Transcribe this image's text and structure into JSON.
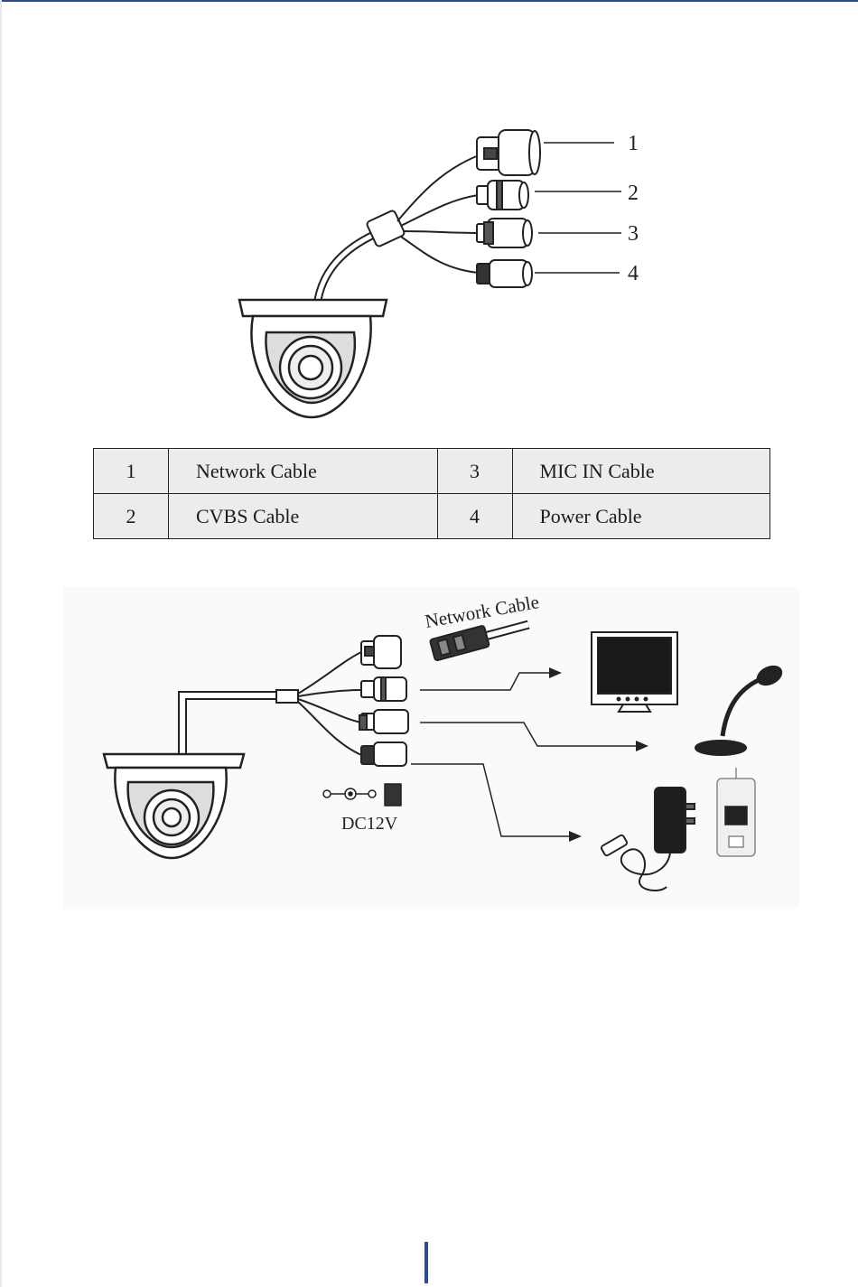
{
  "diagram_top": {
    "callouts": [
      "1",
      "2",
      "3",
      "4"
    ]
  },
  "legend": {
    "rows": [
      [
        {
          "num": "1",
          "label": "Network Cable"
        },
        {
          "num": "3",
          "label": "MIC IN Cable"
        }
      ],
      [
        {
          "num": "2",
          "label": "CVBS Cable"
        },
        {
          "num": "4",
          "label": "Power Cable"
        }
      ]
    ]
  },
  "diagram_bottom": {
    "network_label": "Network Cable",
    "power_label": "DC12V"
  },
  "colors": {
    "accent": "#2b4d8f",
    "table_bg": "#ececec",
    "line": "#222222"
  }
}
